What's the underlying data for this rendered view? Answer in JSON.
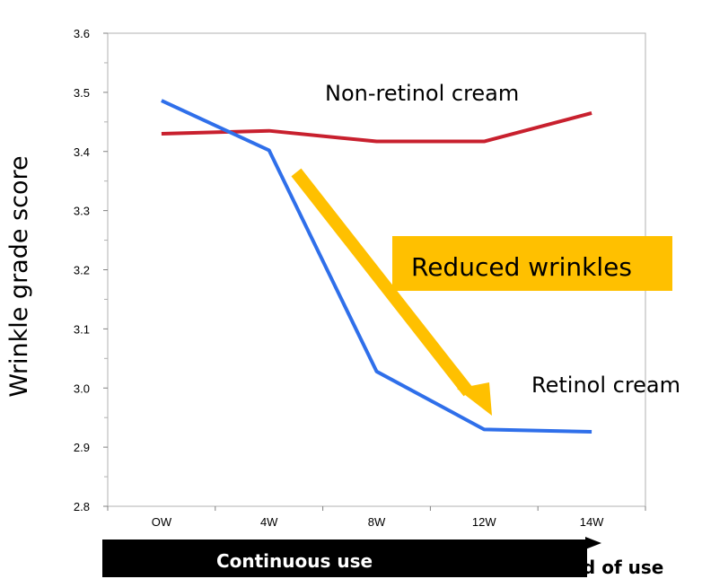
{
  "chart_data": {
    "type": "line",
    "ylabel": "Wrinkle grade score",
    "xlabel": "",
    "categories": [
      "OW",
      "4W",
      "8W",
      "12W",
      "14W"
    ],
    "ylim": [
      2.8,
      3.6
    ],
    "yticks": [
      "2.8",
      "2.9",
      "3.0",
      "3.1",
      "3.2",
      "3.3",
      "3.4",
      "3.5",
      "3.6"
    ],
    "grid": false,
    "series": [
      {
        "name": "Non-retinol cream",
        "color": "#c8202e",
        "values": [
          3.43,
          3.435,
          3.417,
          3.417,
          3.465
        ]
      },
      {
        "name": "Retinol cream",
        "color": "#2f6fea",
        "values": [
          3.486,
          3.402,
          3.028,
          2.93,
          2.926
        ]
      }
    ],
    "annotations": {
      "callout": "Reduced wrinkles",
      "callout_color": "#ffc000",
      "arrow_color": "#ffc000",
      "continuous_use": "Continuous use",
      "after_end": "After end of use"
    }
  }
}
